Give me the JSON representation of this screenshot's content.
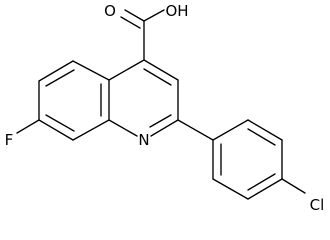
{
  "structure": {
    "atoms": {
      "carboxyl_oxygen": "O",
      "hydroxyl": "OH",
      "ring_nitrogen": "N",
      "fluorine": "F",
      "chlorine": "Cl"
    },
    "colors": {
      "bond": "#000000",
      "label": "#000000",
      "background": "#ffffff"
    }
  }
}
